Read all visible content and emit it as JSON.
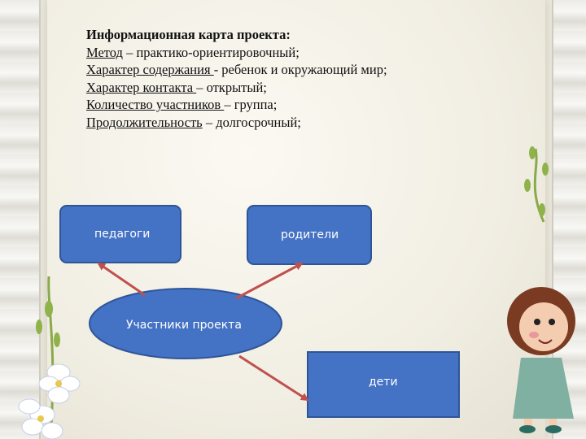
{
  "heading": "Информационная карта проекта:",
  "items": [
    {
      "term": "Метод",
      "rest": " –   практико-ориентировочный;"
    },
    {
      "term": "Характер содержания ",
      "rest": "-  ребенок и окружающий мир;"
    },
    {
      "term": "Характер контакта ",
      "rest": "– открытый;"
    },
    {
      "term": "Количество участников ",
      "rest": "– группа;"
    },
    {
      "term": "Продолжительность",
      "rest": " – долгосрочный;"
    }
  ],
  "diagram": {
    "center": "Участники проекта",
    "nodes": [
      "педагоги",
      "родители",
      "дети"
    ],
    "colors": {
      "fill": "#4472c4",
      "stroke": "#2f5597",
      "arrow": "#c0504d"
    }
  }
}
